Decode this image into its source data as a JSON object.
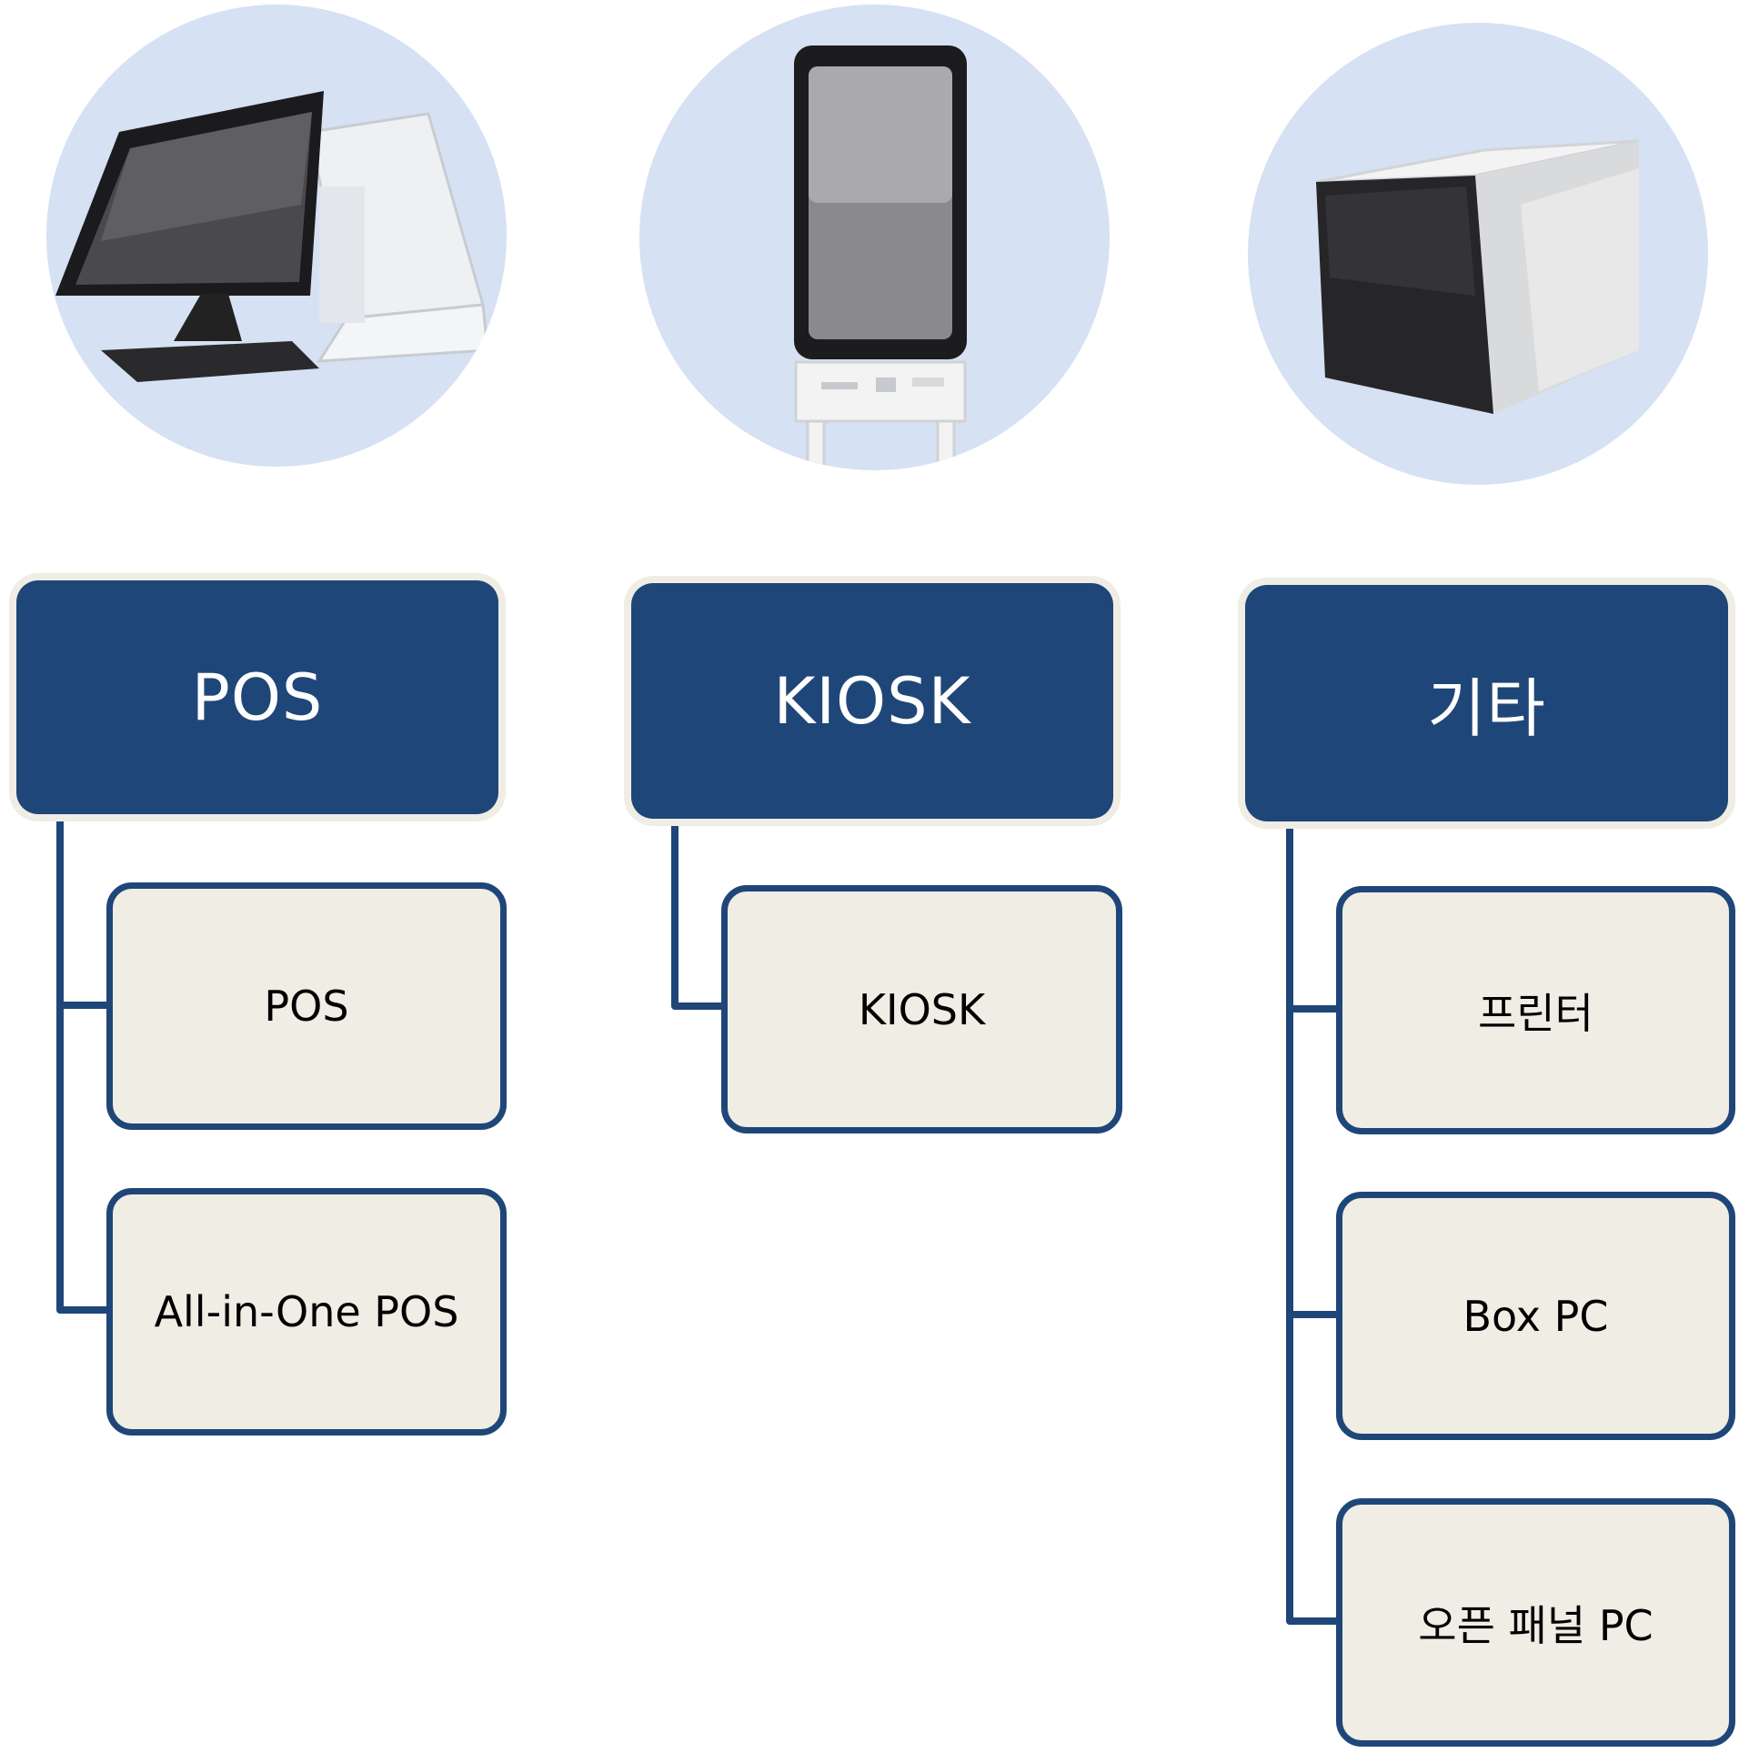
{
  "colors": {
    "category_fill": "#1f4678",
    "category_halo": "#efede4",
    "item_fill": "#efede4",
    "item_border": "#1f4678",
    "connector": "#1f4678",
    "circle_bg": "#d6e1f3"
  },
  "columns": [
    {
      "image_icon": "pos-terminal-icon",
      "title": "POS",
      "items": [
        "POS",
        "All-in-One POS"
      ]
    },
    {
      "image_icon": "kiosk-icon",
      "title": "KIOSK",
      "items": [
        "KIOSK"
      ]
    },
    {
      "image_icon": "printer-icon",
      "title": "기타",
      "items": [
        "프린터",
        "Box PC",
        "오픈 패널 PC"
      ]
    }
  ]
}
